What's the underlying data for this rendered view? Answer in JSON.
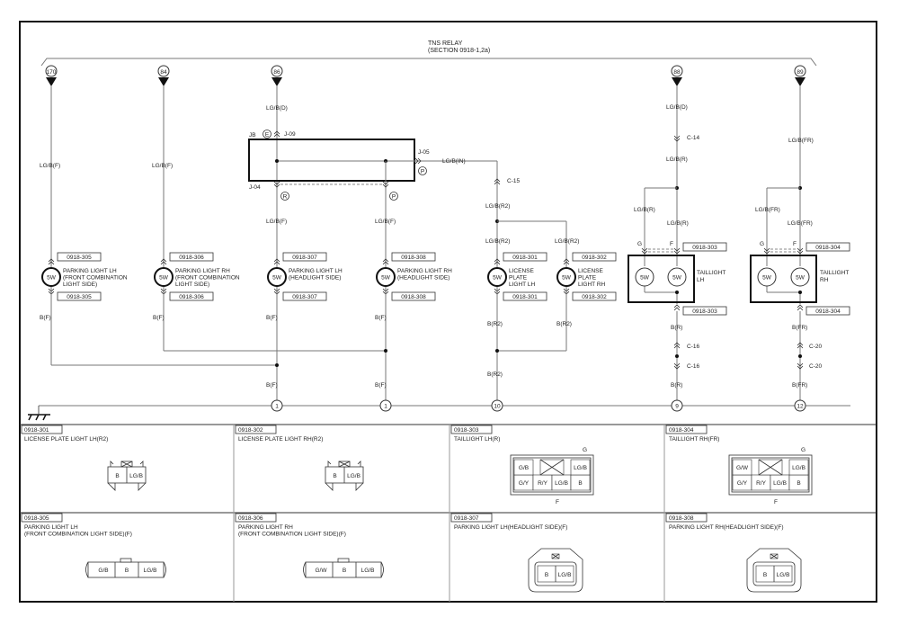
{
  "header": {
    "relay_title": "TNS RELAY",
    "relay_section": "(SECTION 0918-1,2a)"
  },
  "terminals": [
    {
      "id": "170"
    },
    {
      "id": "84"
    },
    {
      "id": "86"
    },
    {
      "id": "88"
    },
    {
      "id": "89"
    }
  ],
  "junction_box": {
    "label": "JB",
    "pin_e": "E",
    "pin_p": "P",
    "pin_r": "R",
    "pin_p2": "P",
    "j09": "J-09",
    "j05": "J-05",
    "j04": "J-04"
  },
  "wires": {
    "w170": "LG/B(F)",
    "w84": "LG/B(F)",
    "w86_top": "LG/B(D)",
    "w_jb_left": "LG/B(F)",
    "w_jb_right": "LG/B(F)",
    "w_jb_out": "LG/B(IN)",
    "w_c15_below": "LG/B(R2)",
    "w_lic_lh": "LG/B(R2)",
    "w_lic_rh": "LG/B(R2)",
    "w88_top": "LG/B(D)",
    "w88_mid": "LG/B(R)",
    "w88_g": "LG/B(R)",
    "w88_f": "LG/B(R)",
    "w89_top": "LG/B(FR)",
    "w89_g": "LG/B(FR)",
    "w89_f": "LG/B(FR)",
    "gnd_305": "B(F)",
    "gnd_306": "B(F)",
    "gnd_307": "B(F)",
    "gnd_308": "B(F)",
    "gnd_lic_lh": "B(R2)",
    "gnd_lic_rh": "B(R2)",
    "gnd_left_bus": "B(F)",
    "gnd_right_bus": "B(F)",
    "gnd_lic_bus": "B(R2)",
    "gnd_tl_lh_1": "B(R)",
    "gnd_tl_lh_2": "B(R)",
    "gnd_tl_rh_1": "B(FR)",
    "gnd_tl_rh_2": "B(FR)"
  },
  "connectors": {
    "c14": "C-14",
    "c15": "C-15",
    "c16a": "C-16",
    "c16b": "C-16",
    "c20a": "C-20",
    "c20b": "C-20"
  },
  "grounds": [
    "1",
    "1",
    "10",
    "9",
    "12"
  ],
  "bulbs": [
    {
      "code": "0918-305",
      "watt": "5W",
      "name": [
        "PARKING LIGHT LH",
        "(FRONT COMBINATION",
        "LIGHT SIDE)"
      ]
    },
    {
      "code": "0918-306",
      "watt": "5W",
      "name": [
        "PARKING LIGHT RH",
        "(FRONT COMBINATION",
        "LIGHT SIDE)"
      ]
    },
    {
      "code": "0918-307",
      "watt": "5W",
      "name": [
        "PARKING LIGHT LH",
        "(HEADLIGHT SIDE)"
      ]
    },
    {
      "code": "0918-308",
      "watt": "5W",
      "name": [
        "PARKING LIGHT RH",
        "(HEADLIGHT SIDE)"
      ]
    },
    {
      "code": "0918-301",
      "watt": "5W",
      "name": [
        "LICENSE",
        "PLATE",
        "LIGHT LH"
      ]
    },
    {
      "code": "0918-302",
      "watt": "5W",
      "name": [
        "LICENSE",
        "PLATE",
        "LIGHT RH"
      ]
    }
  ],
  "taillights": [
    {
      "code": "0918-303",
      "watt_g": "5W",
      "watt_f": "5W",
      "name": [
        "TAILLIGHT",
        "LH"
      ],
      "pin_g": "G",
      "pin_f": "F"
    },
    {
      "code": "0918-304",
      "watt_g": "5W",
      "watt_f": "5W",
      "name": [
        "TAILLIGHT",
        "RH"
      ],
      "pin_g": "G",
      "pin_f": "F"
    }
  ],
  "connector_views": [
    {
      "code": "0918-301",
      "title": [
        "LICENSE PLATE LIGHT LH(R2)"
      ],
      "pins": [
        "B",
        "LG/B"
      ]
    },
    {
      "code": "0918-302",
      "title": [
        "LICENSE PLATE LIGHT RH(R2)"
      ],
      "pins": [
        "B",
        "LG/B"
      ]
    },
    {
      "code": "0918-303",
      "title": [
        "TAILLIGHT LH(R)"
      ],
      "top_pins": [
        "G/B",
        "LG/B"
      ],
      "bottom_pins": [
        "G/Y",
        "R/Y",
        "LG/B",
        "B"
      ],
      "g": "G",
      "f": "F"
    },
    {
      "code": "0918-304",
      "title": [
        "TAILLIGHT RH(FR)"
      ],
      "top_pins": [
        "G/W",
        "LG/B"
      ],
      "bottom_pins": [
        "G/Y",
        "R/Y",
        "LG/B",
        "B"
      ],
      "g": "G",
      "f": "F"
    },
    {
      "code": "0918-305",
      "title": [
        "PARKING LIGHT LH",
        "(FRONT COMBINATION LIGHT SIDE)(F)"
      ],
      "pins": [
        "G/B",
        "B",
        "LG/B"
      ]
    },
    {
      "code": "0918-306",
      "title": [
        "PARKING LIGHT RH",
        "(FRONT COMBINATION LIGHT SIDE)(F)"
      ],
      "pins": [
        "G/W",
        "B",
        "LG/B"
      ]
    },
    {
      "code": "0918-307",
      "title": [
        "PARKING LIGHT LH(HEADLIGHT SIDE)(F)"
      ],
      "pins": [
        "B",
        "LG/B"
      ]
    },
    {
      "code": "0918-308",
      "title": [
        "PARKING LIGHT RH(HEADLIGHT SIDE)(F)"
      ],
      "pins": [
        "B",
        "LG/B"
      ]
    }
  ]
}
